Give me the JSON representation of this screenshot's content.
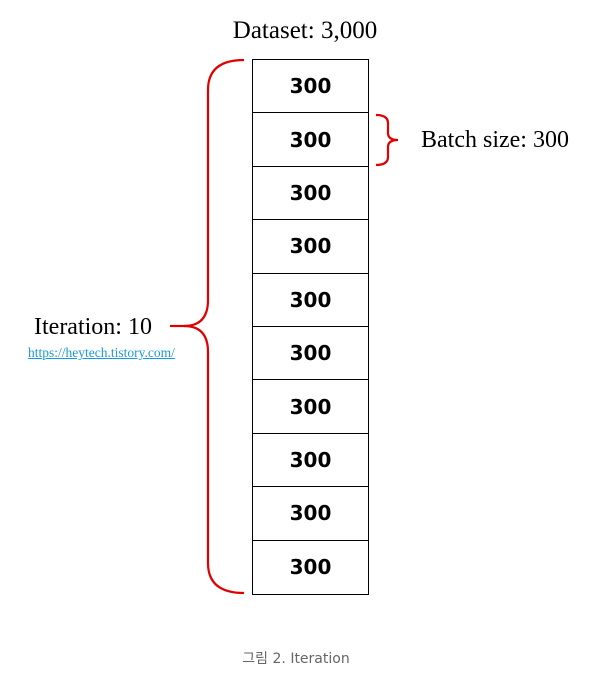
{
  "diagram": {
    "title": "Dataset: 3,000",
    "batches": [
      "300",
      "300",
      "300",
      "300",
      "300",
      "300",
      "300",
      "300",
      "300",
      "300"
    ],
    "iteration_label": "Iteration: 10",
    "batch_label": "Batch size: 300",
    "source_link": "https://heytech.tistory.com/",
    "brace_color": "#e00000"
  },
  "caption": "그림 2. Iteration"
}
